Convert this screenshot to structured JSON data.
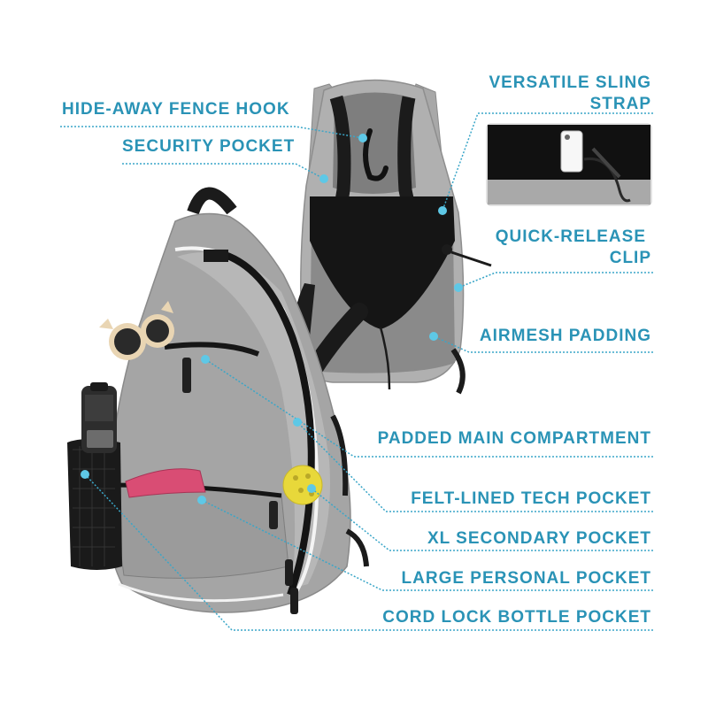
{
  "callouts": {
    "fence_hook": "HIDE-AWAY FENCE HOOK",
    "security_pocket": "SECURITY POCKET",
    "sling_strap_line1": "VERSATILE SLING",
    "sling_strap_line2": "STRAP",
    "quick_release_line1": "QUICK-RELEASE",
    "quick_release_line2": "CLIP",
    "airmesh": "AIRMESH PADDING",
    "main_compartment": "PADDED MAIN COMPARTMENT",
    "tech_pocket": "FELT-LINED TECH POCKET",
    "secondary_pocket": "XL SECONDARY POCKET",
    "personal_pocket": "LARGE PERSONAL POCKET",
    "bottle_pocket": "CORD LOCK BOTTLE POCKET"
  },
  "colors": {
    "callout_text": "#2a93b6",
    "leader_line": "#3aa6c8",
    "dot": "#5ec8e6",
    "bag_gray": "#a3a3a3",
    "bag_dark": "#1c1c1c",
    "ball": "#e8d83a",
    "wallet": "#d94d74",
    "sunglasses_frame": "#e9d5b3"
  }
}
